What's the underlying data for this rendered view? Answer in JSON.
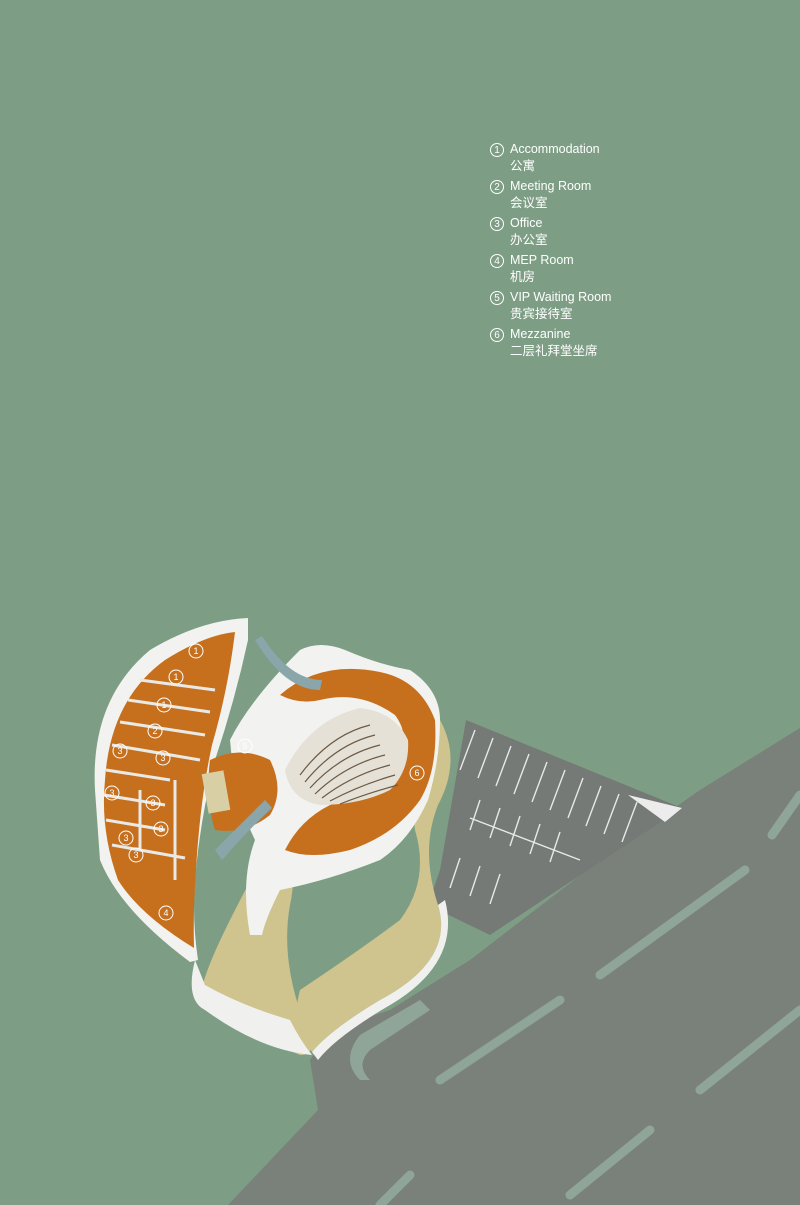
{
  "legend": {
    "items": [
      {
        "num": "1",
        "en": "Accommodation",
        "zh": "公寓"
      },
      {
        "num": "2",
        "en": "Meeting Room",
        "zh": "会议室"
      },
      {
        "num": "3",
        "en": "Office",
        "zh": "办公室"
      },
      {
        "num": "4",
        "en": "MEP Room",
        "zh": "机房"
      },
      {
        "num": "5",
        "en": "VIP Waiting Room",
        "zh": "贵宾接待室"
      },
      {
        "num": "6",
        "en": "Mezzanine",
        "zh": "二层礼拜堂坐席"
      }
    ]
  },
  "markers": [
    "1",
    "1",
    "1",
    "2",
    "3",
    "3",
    "3",
    "3",
    "3",
    "3",
    "3",
    "4",
    "5",
    "6"
  ],
  "colors": {
    "background": "#7d9e85",
    "road": "#7a807a",
    "floor": "#c6701e",
    "wall": "#f2f2f0",
    "ramp": "#cfc38e",
    "glass": "#8aa6aa"
  }
}
